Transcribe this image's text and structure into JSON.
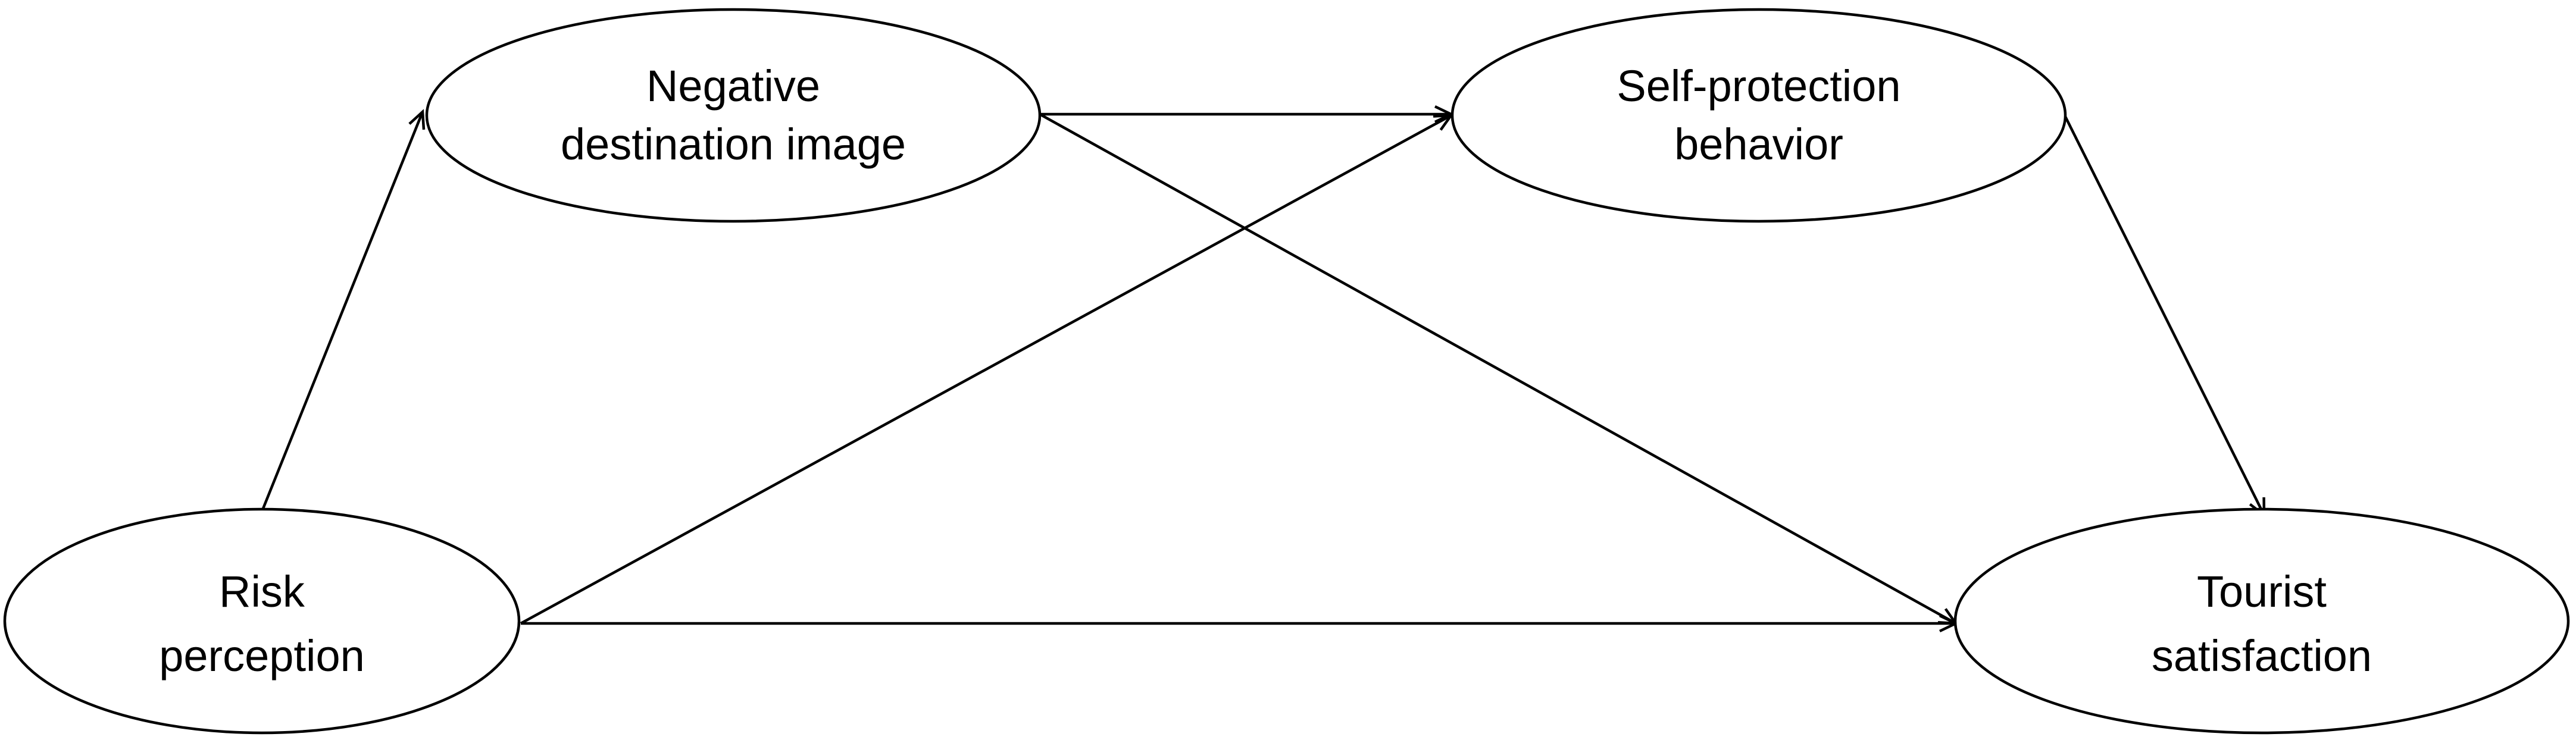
{
  "diagram": {
    "nodes": [
      {
        "id": "risk",
        "lines": [
          "Risk",
          "perception"
        ]
      },
      {
        "id": "neg",
        "lines": [
          "Negative",
          "destination image"
        ]
      },
      {
        "id": "self",
        "lines": [
          "Self-protection",
          "behavior"
        ]
      },
      {
        "id": "tour",
        "lines": [
          "Tourist",
          "satisfaction"
        ]
      }
    ],
    "edges": [
      {
        "from": "risk",
        "to": "neg"
      },
      {
        "from": "risk",
        "to": "self"
      },
      {
        "from": "risk",
        "to": "tour"
      },
      {
        "from": "neg",
        "to": "self"
      },
      {
        "from": "neg",
        "to": "tour"
      },
      {
        "from": "self",
        "to": "tour"
      }
    ],
    "colors": {
      "stroke": "#000000",
      "fill": "#ffffff"
    }
  }
}
